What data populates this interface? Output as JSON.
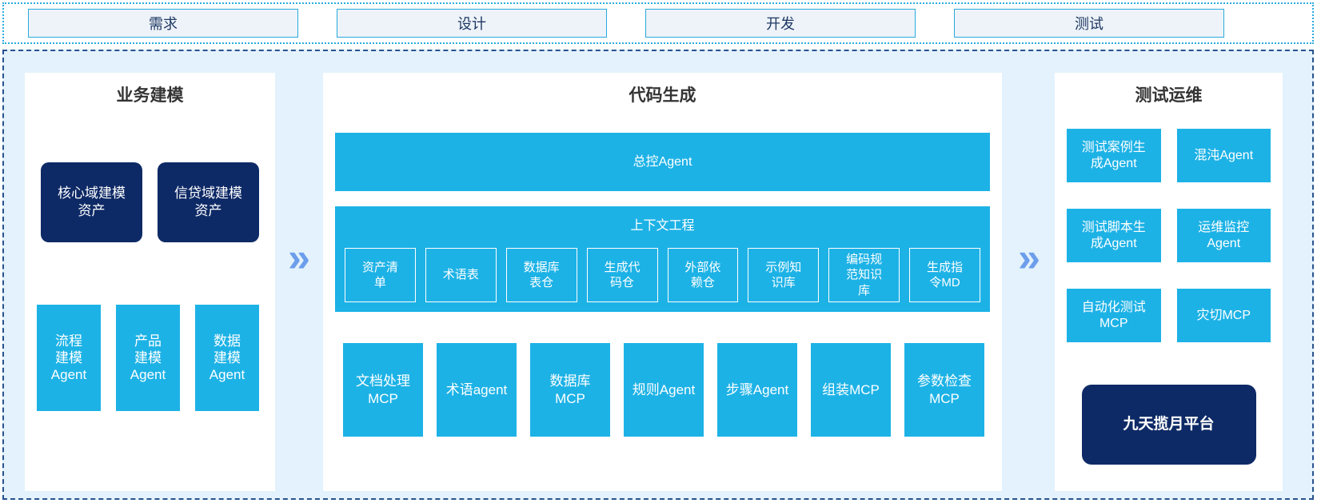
{
  "phases": [
    "需求",
    "设计",
    "开发",
    "测试"
  ],
  "arrow_glyph": "»",
  "business_modeling": {
    "title": "业务建模",
    "assets": [
      "核心域建模\n资产",
      "信贷域建模\n资产"
    ],
    "agents": [
      "流程\n建模\nAgent",
      "产品\n建模\nAgent",
      "数据\n建模\nAgent"
    ]
  },
  "code_generation": {
    "title": "代码生成",
    "master_agent": "总控Agent",
    "context_engineering": {
      "title": "上下文工程",
      "items": [
        "资产清\n单",
        "术语表",
        "数据库\n表仓",
        "生成代\n码仓",
        "外部依\n赖仓",
        "示例知\n识库",
        "编码规\n范知识\n库",
        "生成指\n令MD"
      ]
    },
    "workers": [
      "文档处理\nMCP",
      "术语agent",
      "数据库\nMCP",
      "规则Agent",
      "步骤Agent",
      "组装MCP",
      "参数检查\nMCP"
    ]
  },
  "test_ops": {
    "title": "测试运维",
    "cells": [
      "测试案例生\n成Agent",
      "混沌Agent",
      "测试脚本生\n成Agent",
      "运维监控\nAgent",
      "自动化测试\nMCP",
      "灾切MCP"
    ],
    "platform": "九天揽月平台"
  },
  "colors": {
    "cyan": "#1db2e6",
    "navy": "#0e2a66",
    "arrow_blue": "#6d9eeb",
    "container_bg": "#e3f2fc",
    "phase_fill": "#edf3f8",
    "phase_border": "#2aa9dd",
    "phase_text": "#1f3864",
    "dashed_border": "#28528f",
    "dotted_border": "#2bacdf",
    "title_text": "#333333"
  }
}
